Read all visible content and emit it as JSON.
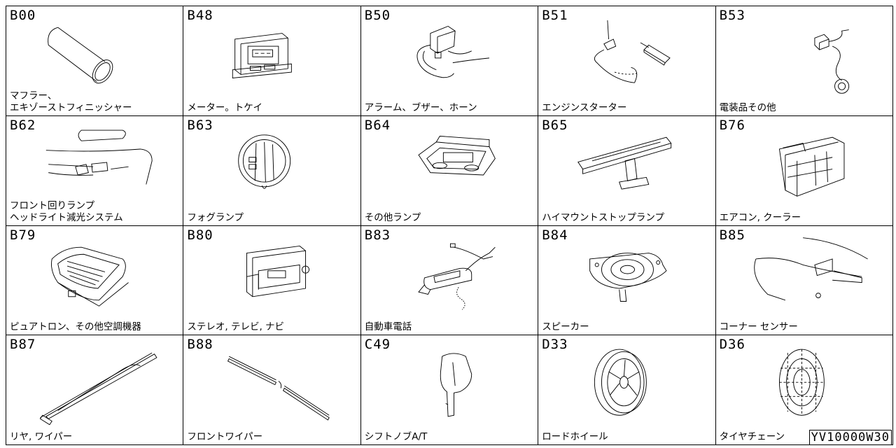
{
  "cells": [
    {
      "code": "B00",
      "label": "マフラー、\nエキゾーストフィニッシャー",
      "icon": "muffler-icon"
    },
    {
      "code": "B48",
      "label": "メーター。トケイ",
      "icon": "clock-meter-icon"
    },
    {
      "code": "B50",
      "label": "アラーム、ブザー、ホーン",
      "icon": "alarm-buzzer-icon"
    },
    {
      "code": "B51",
      "label": "エンジンスターター",
      "icon": "engine-starter-icon"
    },
    {
      "code": "B53",
      "label": "電装品その他",
      "icon": "electrical-parts-icon"
    },
    {
      "code": "B62",
      "label": "フロント回りランプ\nヘッドライト減光システム",
      "icon": "front-lamp-icon"
    },
    {
      "code": "B63",
      "label": "フォグランプ",
      "icon": "fog-lamp-icon"
    },
    {
      "code": "B64",
      "label": "その他ランプ",
      "icon": "interior-lamp-icon"
    },
    {
      "code": "B65",
      "label": "ハイマウントストップランプ",
      "icon": "high-mount-stop-lamp-icon"
    },
    {
      "code": "B76",
      "label": "エアコン, クーラー",
      "icon": "air-conditioner-icon"
    },
    {
      "code": "B79",
      "label": "ピュアトロン、その他空調機器",
      "icon": "air-purifier-icon"
    },
    {
      "code": "B80",
      "label": "ステレオ, テレビ, ナビ",
      "icon": "stereo-icon"
    },
    {
      "code": "B83",
      "label": "自動車電話",
      "icon": "car-phone-icon"
    },
    {
      "code": "B84",
      "label": "スピーカー",
      "icon": "speaker-icon"
    },
    {
      "code": "B85",
      "label": "コーナー センサー",
      "icon": "corner-sensor-icon"
    },
    {
      "code": "B87",
      "label": "リヤ, ワイパー",
      "icon": "rear-wiper-icon"
    },
    {
      "code": "B88",
      "label": "フロントワイパー",
      "icon": "front-wiper-icon"
    },
    {
      "code": "C49",
      "label": "シフトノブA/T",
      "icon": "shift-knob-icon"
    },
    {
      "code": "D33",
      "label": "ロードホイール",
      "icon": "road-wheel-icon"
    },
    {
      "code": "D36",
      "label": "タイヤチェーン",
      "icon": "tire-chain-icon"
    }
  ],
  "catalog_number": "YV10000W30"
}
